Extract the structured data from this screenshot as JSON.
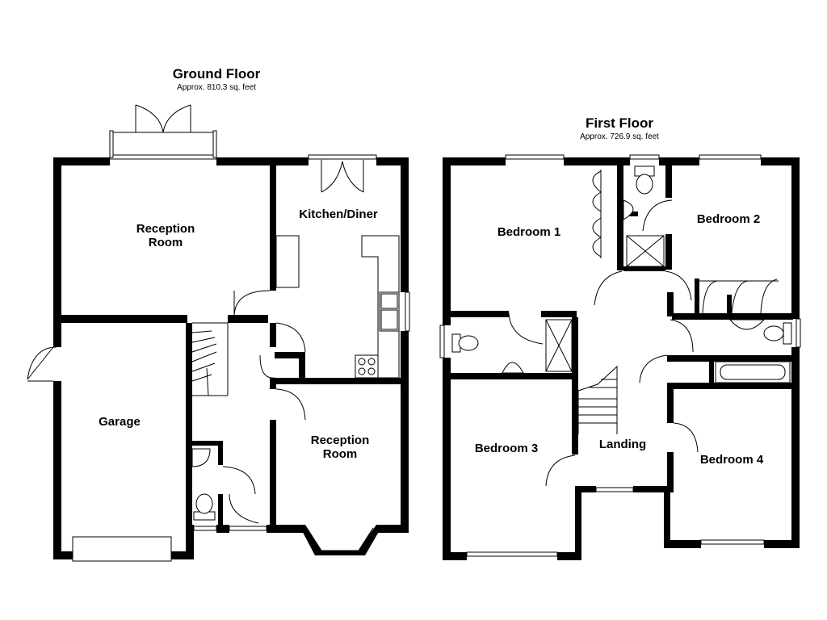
{
  "ground_floor": {
    "title": "Ground Floor",
    "area": "Approx. 810.3 sq. feet",
    "rooms": {
      "reception_room_1": [
        "Reception",
        "Room"
      ],
      "kitchen_diner": "Kitchen/Diner",
      "garage": "Garage",
      "reception_room_2": [
        "Reception",
        "Room"
      ]
    }
  },
  "first_floor": {
    "title": "First Floor",
    "area": "Approx. 726.9 sq. feet",
    "rooms": {
      "bedroom_1": "Bedroom 1",
      "bedroom_2": "Bedroom 2",
      "bedroom_3": "Bedroom 3",
      "bedroom_4": "Bedroom 4",
      "landing": "Landing"
    }
  }
}
